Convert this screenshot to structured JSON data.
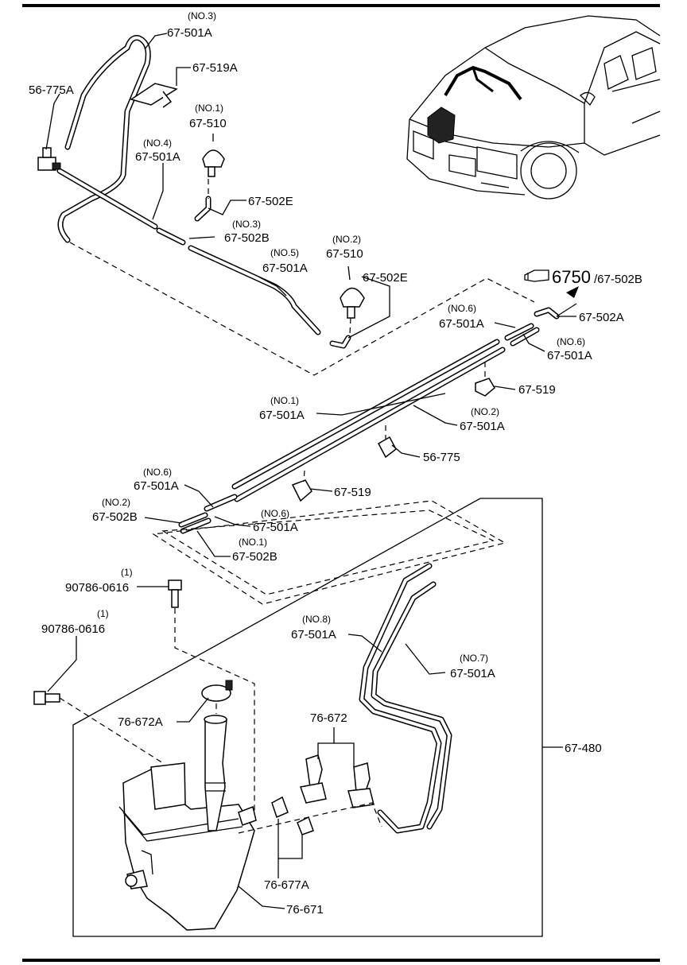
{
  "callouts": [
    {
      "sub": "(NO.3)",
      "code": "67-501A"
    },
    {
      "sub": "",
      "code": "67-519A"
    },
    {
      "sub": "",
      "code": "56-775A"
    },
    {
      "sub": "(NO.1)",
      "code": "67-510"
    },
    {
      "sub": "(NO.4)",
      "code": "67-501A"
    },
    {
      "sub": "",
      "code": "67-502E"
    },
    {
      "sub": "(NO.3)",
      "code": "67-502B"
    },
    {
      "sub": "(NO.2)",
      "code": "67-510"
    },
    {
      "sub": "(NO.5)",
      "code": "67-501A"
    },
    {
      "sub": "",
      "code": "67-502E"
    },
    {
      "sub": "(NO.6)",
      "code": "67-501A"
    },
    {
      "sub": "",
      "code": "67-502A"
    },
    {
      "sub": "(NO.6)",
      "code": "67-501A"
    },
    {
      "sub": "",
      "code": "67-519"
    },
    {
      "sub": "(NO.1)",
      "code": "67-501A"
    },
    {
      "sub": "(NO.2)",
      "code": "67-501A"
    },
    {
      "sub": "",
      "code": "56-775"
    },
    {
      "sub": "(NO.6)",
      "code": "67-501A"
    },
    {
      "sub": "",
      "code": "67-519"
    },
    {
      "sub": "(NO.2)",
      "code": "67-502B"
    },
    {
      "sub": "(NO.6)",
      "code": "67-501A"
    },
    {
      "sub": "(NO.1)",
      "code": "67-502B"
    },
    {
      "sub": "(1)",
      "code": "90786-0616"
    },
    {
      "sub": "(1)",
      "code": "90786-0616"
    },
    {
      "sub": "(NO.8)",
      "code": "67-501A"
    },
    {
      "sub": "(NO.7)",
      "code": "67-501A"
    },
    {
      "sub": "",
      "code": "76-672A"
    },
    {
      "sub": "",
      "code": "76-672"
    },
    {
      "sub": "",
      "code": "67-480"
    },
    {
      "sub": "",
      "code": "76-677A"
    },
    {
      "sub": "",
      "code": "76-671"
    }
  ],
  "reference": {
    "main": "6750",
    "rest": "/67-502B",
    "icon": "pointing-hand-icon"
  }
}
